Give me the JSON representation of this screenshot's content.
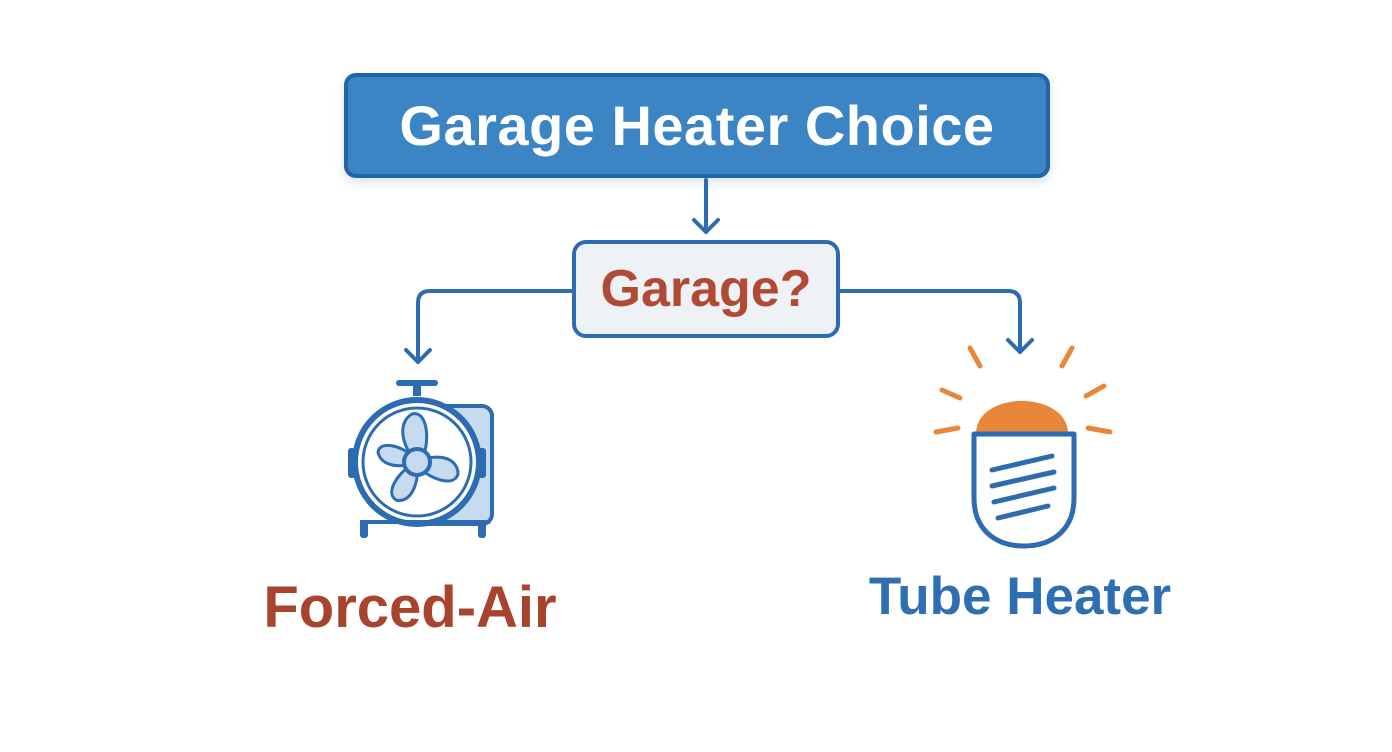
{
  "diagram": {
    "title": "Garage Heater Choice",
    "question": "Garage?",
    "options": [
      {
        "label": "Forced-Air",
        "icon": "fan-heater-icon",
        "color": "#a8432e"
      },
      {
        "label": "Tube Heater",
        "icon": "tube-heater-icon",
        "color": "#2e6fb3"
      }
    ]
  },
  "colors": {
    "title_fill": "#3c85c4",
    "title_border": "#2364a8",
    "question_fill": "#eef2f7",
    "question_border": "#2d6cb0",
    "question_text": "#b04a33",
    "connector": "#2d6cb0",
    "accent_orange": "#e8863a"
  }
}
